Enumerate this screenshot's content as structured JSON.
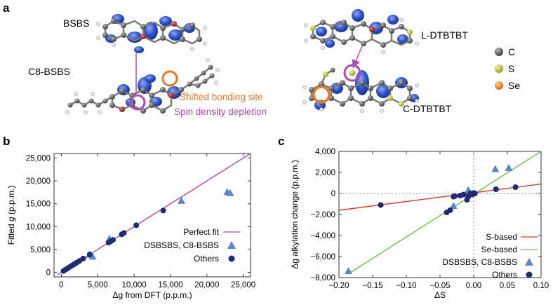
{
  "panel_a": {
    "label": "a",
    "mol_labels": {
      "bsbs": "BSBS",
      "c8_bsbs": "C8-BSBS",
      "l_dtbtbt": "L-DTBTBT",
      "c_dtbtbt": "C-DTBTBT"
    },
    "annotations": {
      "shifted": "Shifted bonding site",
      "depletion": "Spin density depletion"
    },
    "legend": [
      {
        "label": "C",
        "color": "#5a5a5a"
      },
      {
        "label": "S",
        "color": "#b7c22b"
      },
      {
        "label": "Se",
        "color": "#e8862a"
      }
    ],
    "colors": {
      "shifted": "#e8782a",
      "depletion": "#b04ab0",
      "lobe": "#2c52c9",
      "carbon": "#5e5e5e"
    }
  },
  "chart_data": [
    {
      "panel": "b",
      "type": "scatter",
      "xlabel": "Δg from DFT (p.p.m.)",
      "ylabel": "Fitted g (p.p.m.)",
      "xlim": [
        -1000,
        26000
      ],
      "ylim": [
        -1000,
        26000
      ],
      "xticks": [
        0,
        5000,
        10000,
        15000,
        20000,
        25000
      ],
      "xtick_labels": [
        "0",
        "5,000",
        "10,000",
        "15,000",
        "20,000",
        "25,000"
      ],
      "yticks": [
        0,
        5000,
        10000,
        15000,
        20000,
        25000
      ],
      "ytick_labels": [
        "0",
        "5,000",
        "10,000",
        "15,000",
        "20,000",
        "25,000"
      ],
      "legend": [
        "Perfect fit",
        "DSBSBS, C8-BSBS",
        "Others"
      ],
      "legend_position": "bottom-right",
      "series": [
        {
          "name": "Perfect fit",
          "kind": "line",
          "color": "#b44ab4",
          "x": [
            -500,
            26000
          ],
          "y": [
            -500,
            26000
          ]
        },
        {
          "name": "DSBSBS, C8-BSBS",
          "kind": "triangle",
          "color": "#5b86c7",
          "x": [
            3900,
            4300,
            6600,
            16500,
            22800,
            23200
          ],
          "y": [
            3800,
            3400,
            7300,
            15600,
            17500,
            17300
          ]
        },
        {
          "name": "Others",
          "kind": "circle",
          "color": "#1e2b74",
          "x": [
            300,
            600,
            900,
            1200,
            1500,
            1800,
            2100,
            2500,
            3000,
            3900,
            6500,
            6800,
            7100,
            8300,
            8600,
            10300,
            14000
          ],
          "y": [
            300,
            600,
            900,
            1200,
            1500,
            1800,
            2100,
            2500,
            3000,
            3900,
            6500,
            6800,
            7100,
            8300,
            8600,
            10300,
            13500
          ]
        }
      ]
    },
    {
      "panel": "c",
      "type": "scatter",
      "xlabel": "ΔS",
      "ylabel": "Δg alkylation change (p.p.m.)",
      "xlim": [
        -0.2,
        0.1
      ],
      "ylim": [
        -8000,
        4000
      ],
      "xticks": [
        -0.2,
        -0.15,
        -0.1,
        -0.05,
        0,
        0.05,
        0.1
      ],
      "xtick_labels": [
        "−0.20",
        "−0.15",
        "−0.10",
        "−0.05",
        "0.00",
        "0.05",
        "0.10"
      ],
      "yticks": [
        -8000,
        -6000,
        -4000,
        -2000,
        0,
        2000,
        4000
      ],
      "ytick_labels": [
        "−8,000",
        "−6,000",
        "−4,000",
        "−2,000",
        "0",
        "2,000",
        "4,000"
      ],
      "legend": [
        "S-based",
        "Se-based",
        "DSBSBS, C8-BSBS",
        "Others"
      ],
      "legend_position": "bottom-right",
      "series": [
        {
          "name": "S-based",
          "kind": "line",
          "color": "#d63a2a",
          "x": [
            -0.2,
            0.1
          ],
          "y": [
            -1600,
            900
          ]
        },
        {
          "name": "Se-based",
          "kind": "line",
          "color": "#6cc04a",
          "x": [
            -0.185,
            0.1
          ],
          "y": [
            -7600,
            4000
          ]
        },
        {
          "name": "DSBSBS, C8-BSBS",
          "kind": "triangle",
          "color": "#5b86c7",
          "x": [
            -0.186,
            -0.03,
            -0.008,
            0.032,
            0.052
          ],
          "y": [
            -7400,
            -1200,
            300,
            2300,
            2400
          ]
        },
        {
          "name": "Others",
          "kind": "circle",
          "color": "#1e2b74",
          "x": [
            -0.138,
            -0.04,
            -0.035,
            -0.03,
            -0.028,
            -0.02,
            -0.015,
            -0.01,
            -0.008,
            -0.005,
            -0.002,
            0.0,
            0.002,
            0.033,
            0.062
          ],
          "y": [
            -1100,
            -1800,
            -1600,
            -300,
            -250,
            -200,
            -100,
            -600,
            -300,
            0,
            -100,
            50,
            0,
            400,
            600
          ]
        }
      ]
    }
  ]
}
